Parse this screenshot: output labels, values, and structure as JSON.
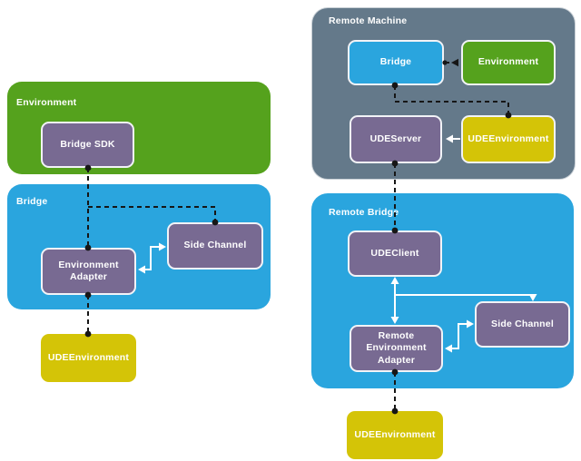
{
  "colors": {
    "purple": "#786a92",
    "green": "#55a21d",
    "blue": "#2aa5de",
    "yellow": "#d4c407",
    "slate": "#64798a",
    "dark": "#161616",
    "light": "#ffffff"
  },
  "left_diagram": {
    "environment_container": {
      "label": "Environment",
      "bridge_sdk": {
        "label": "Bridge SDK"
      }
    },
    "bridge_container": {
      "label": "Bridge",
      "environment_adapter": {
        "label": "Environment Adapter"
      },
      "side_channel": {
        "label": "Side Channel"
      }
    },
    "ude_environment": {
      "label": "UDEEnvironment"
    }
  },
  "right_diagram": {
    "remote_machine": {
      "label": "Remote Machine",
      "bridge": {
        "label": "Bridge"
      },
      "environment": {
        "label": "Environment"
      },
      "ude_server": {
        "label": "UDEServer"
      },
      "ude_environment": {
        "label": "UDEEnvironment"
      }
    },
    "remote_bridge": {
      "label": "Remote Bridge",
      "ude_client": {
        "label": "UDEClient"
      },
      "remote_environment_adapter": {
        "label": "Remote Environment Adapter"
      },
      "side_channel": {
        "label": "Side Channel"
      }
    },
    "ude_environment": {
      "label": "UDEEnvironment"
    }
  }
}
